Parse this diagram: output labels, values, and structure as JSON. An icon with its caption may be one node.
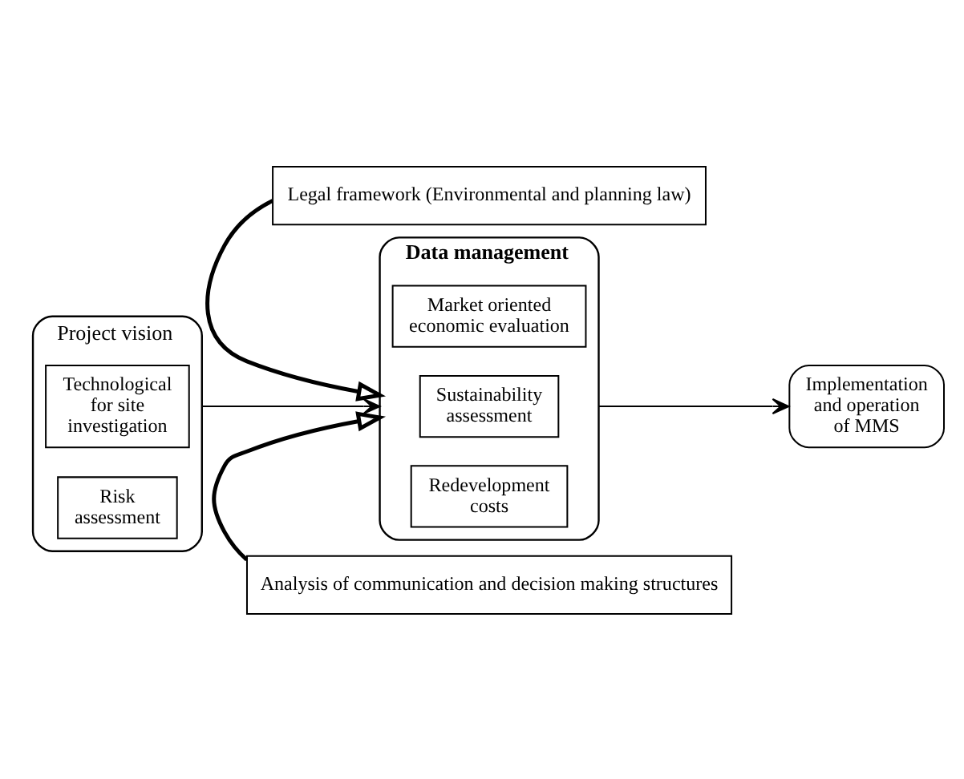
{
  "diagram": {
    "nodes": [
      {
        "text": [
          "Analysis of communication and decision making structures"
        ]
      },
      {
        "text": [
          "Project vision"
        ]
      },
      {
        "text": [
          "Risk assessment"
        ],
        "in": 1
      },
      {
        "text": [
          "Technological for site investigation"
        ],
        "in": 1
      },
      {
        "text": [
          "Data management"
        ]
      },
      {
        "text": [
          "Redevelopment costs"
        ],
        "in": 4
      },
      {
        "text": [
          "Sustainability assessment"
        ],
        "in": 4
      },
      {
        "text": [
          "Market oriented economic evaluation"
        ],
        "in": 4
      },
      {
        "text": [
          "Implementation and operation of MMS"
        ]
      },
      {
        "text": [
          "Legal framework (Environmental and planning law)"
        ]
      }
    ],
    "edges": [
      {
        "from": 0,
        "to": 4,
        "arrow": "to",
        "style": "thick"
      },
      {
        "from": 1,
        "to": 4,
        "arrow": "to"
      },
      {
        "from": 4,
        "to": 8,
        "arrow": "to"
      },
      {
        "from": 9,
        "to": 4,
        "arrow": "to",
        "style": "thick"
      }
    ]
  }
}
